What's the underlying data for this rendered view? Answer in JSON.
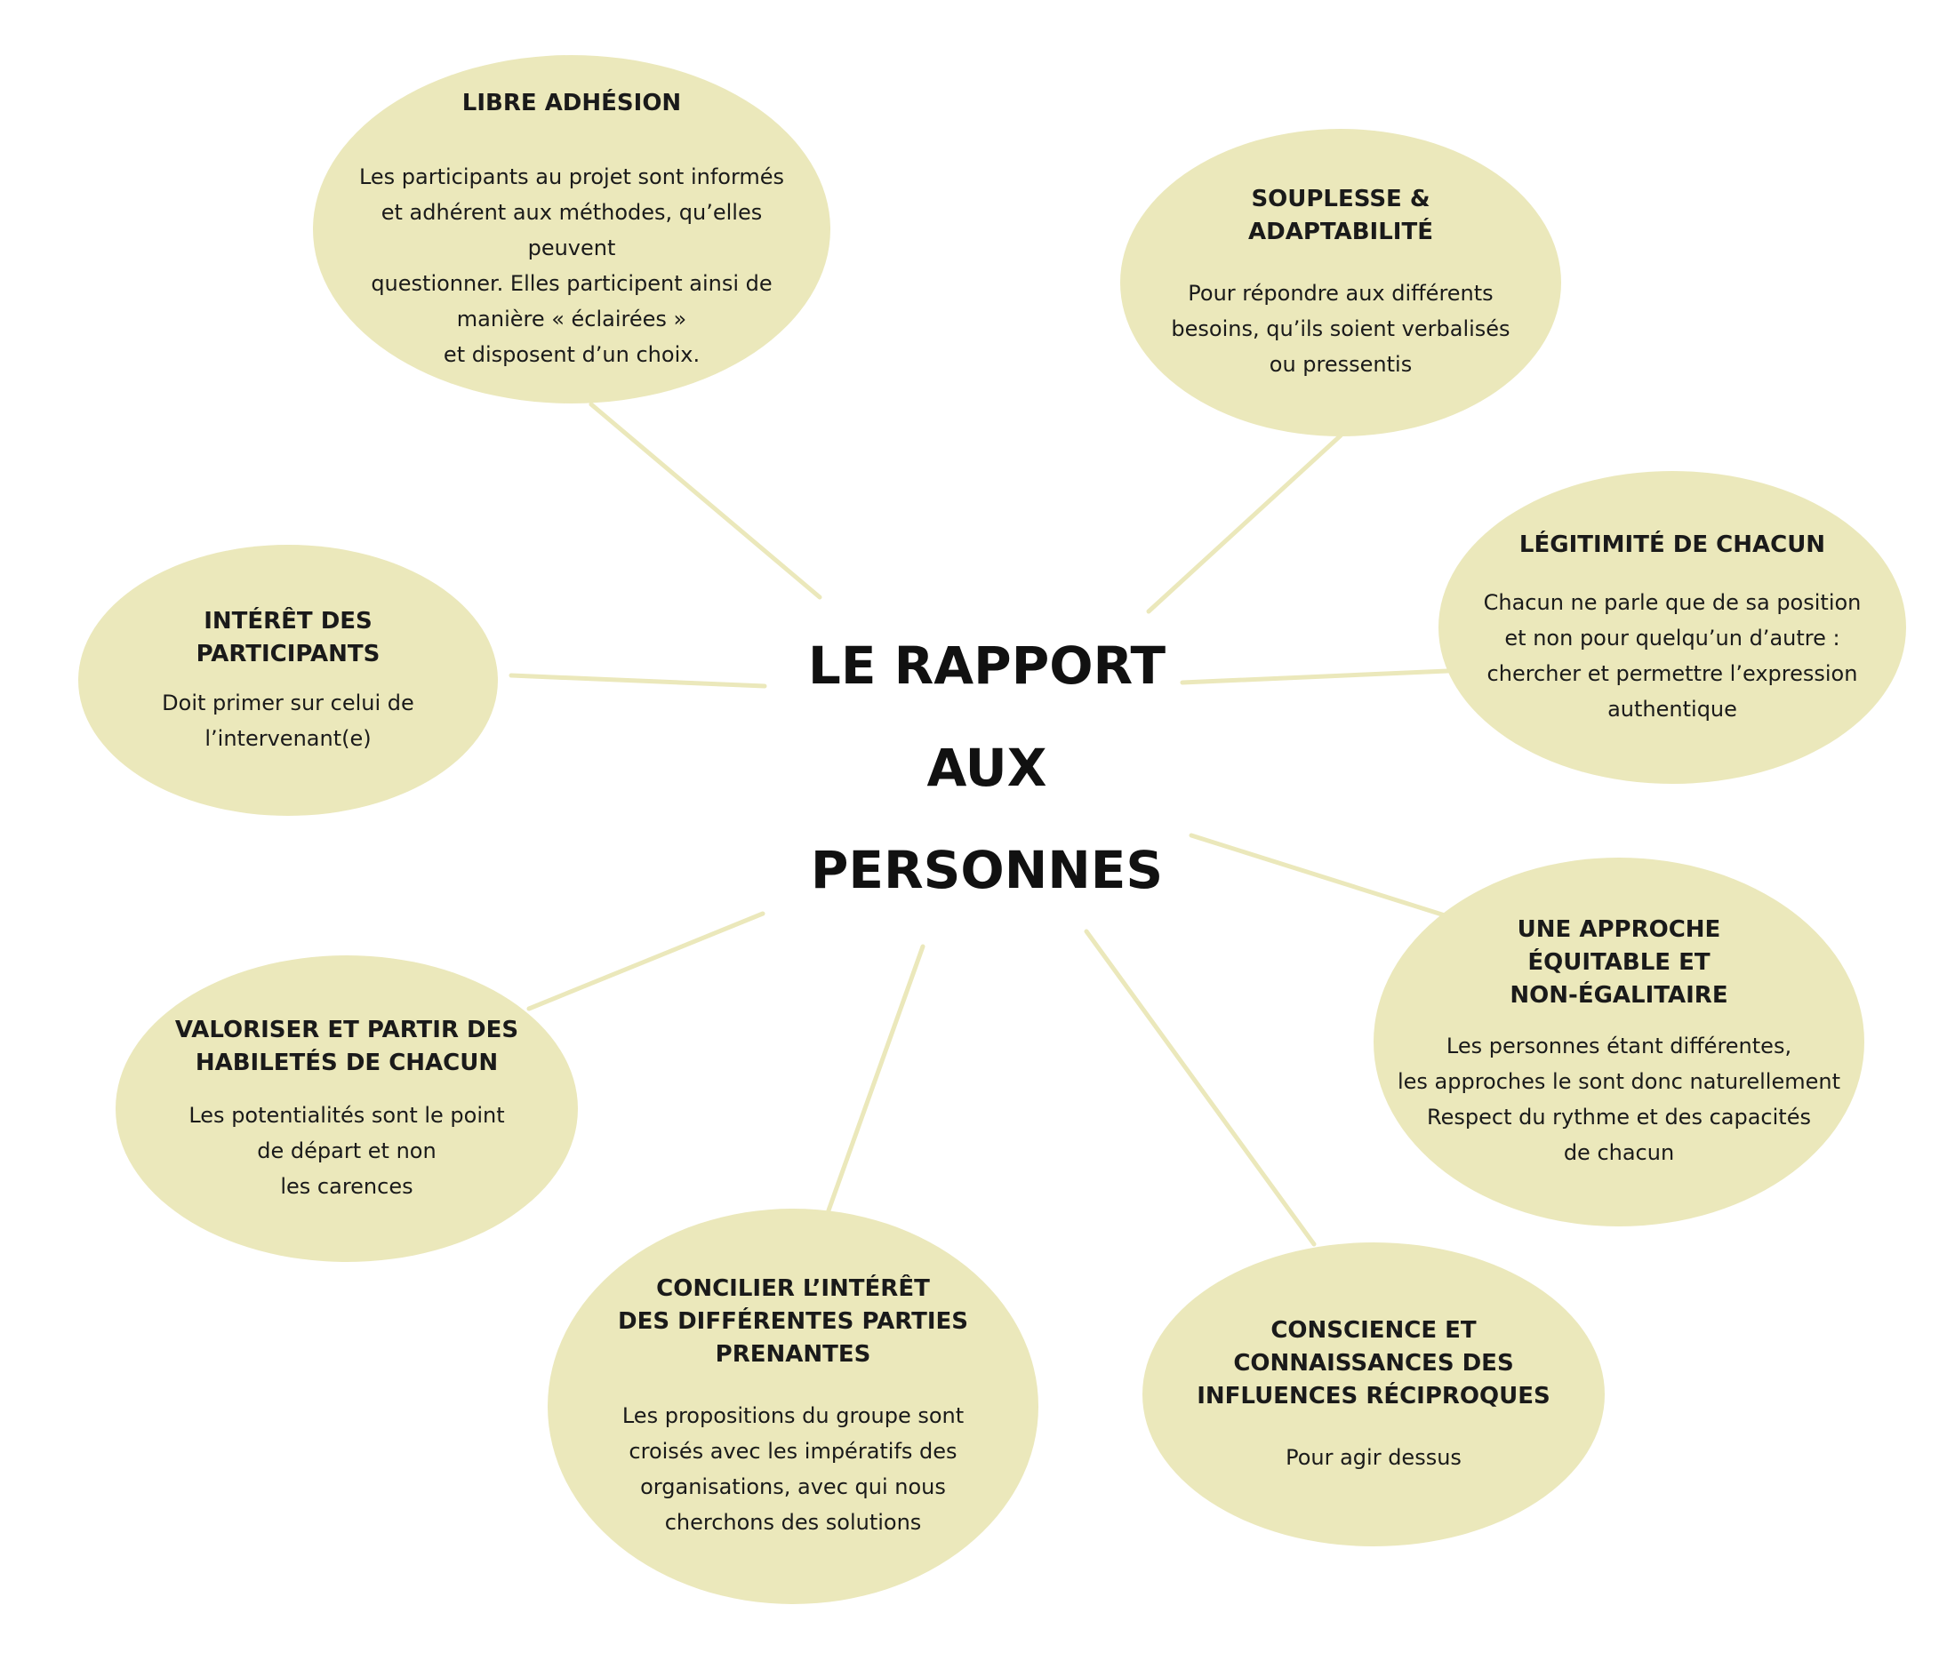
{
  "diagram": {
    "center": {
      "line1": "LE RAPPORT",
      "line2": "AUX",
      "line3": "PERSONNES"
    },
    "bubbles": {
      "libre_adhesion": {
        "title": "LIBRE ADHÉSION",
        "text": "Les participants au projet sont informés\net adhérent aux méthodes, qu’elles peuvent\nquestionner. Elles participent ainsi de\nmanière « éclairées »\net disposent d’un choix."
      },
      "souplesse": {
        "title": "SOUPLESSE  &\nADAPTABILITÉ",
        "text": "Pour répondre aux différents\nbesoins, qu’ils soient verbalisés\nou pressentis"
      },
      "legitimite": {
        "title": "LÉGITIMITÉ DE CHACUN",
        "text": "Chacun ne parle que de sa position\net non pour quelqu’un d’autre :\nchercher et permettre l’expression\nauthentique"
      },
      "interet_participants": {
        "title": "INTÉRÊT DES\nPARTICIPANTS",
        "text": "Doit primer sur celui de\nl’intervenant(e)"
      },
      "approche": {
        "title": "UNE APPROCHE\nÉQUITABLE ET\nNON-ÉGALITAIRE",
        "text": "Les personnes étant différentes,\nles approches le sont donc naturellement\nRespect du rythme et des capacités\nde chacun"
      },
      "valoriser": {
        "title": "VALORISER ET PARTIR DES\nHABILETÉS DE CHACUN",
        "text": "Les potentialités sont le point\nde départ et non\nles carences"
      },
      "concilier": {
        "title": "CONCILIER L’INTÉRÊT\nDES DIFFÉRENTES PARTIES\nPRENANTES",
        "text": "Les propositions du groupe sont\ncroisés avec les impératifs des\norganisations, avec qui nous\ncherchons des solutions"
      },
      "conscience": {
        "title": "CONSCIENCE ET\nCONNAISSANCES DES\nINFLUENCES RÉCIPROQUES",
        "text": "Pour agir dessus"
      }
    },
    "colors": {
      "bubble": "#ebe8bb",
      "connector": "#ebe8bb",
      "text": "#111111"
    }
  }
}
